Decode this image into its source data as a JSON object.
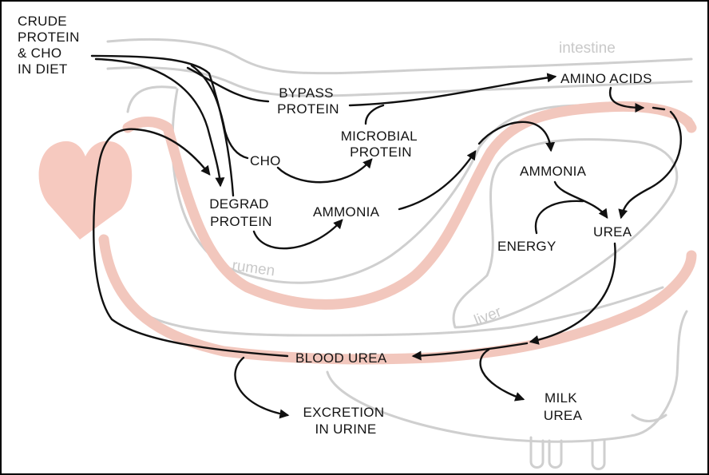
{
  "labels": {
    "crude_protein": [
      "CRUDE",
      "PROTEIN",
      "& CHO",
      "IN DIET"
    ],
    "bypass_protein": [
      "BYPASS",
      "PROTEIN"
    ],
    "amino_acids": "AMINO ACIDS",
    "microbial_protein": [
      "MICROBIAL",
      "PROTEIN"
    ],
    "cho": "CHO",
    "degrad_protein": [
      "DEGRAD",
      "PROTEIN"
    ],
    "ammonia_rumen": "AMMONIA",
    "ammonia_liver": "AMMONIA",
    "energy": "ENERGY",
    "urea": "UREA",
    "blood_urea": "BLOOD UREA",
    "excretion": [
      "EXCRETION",
      "IN URINE"
    ],
    "milk_urea": [
      "MILK",
      "UREA"
    ]
  },
  "organs": {
    "intestine": "intestine",
    "rumen": "rumen",
    "liver": "liver"
  },
  "colors": {
    "border": "#000000",
    "organ_outline": "#cfcfcf",
    "blood_vessel": "#f2c7bd",
    "heart": "#f6c9bf",
    "arrow": "#111111"
  }
}
